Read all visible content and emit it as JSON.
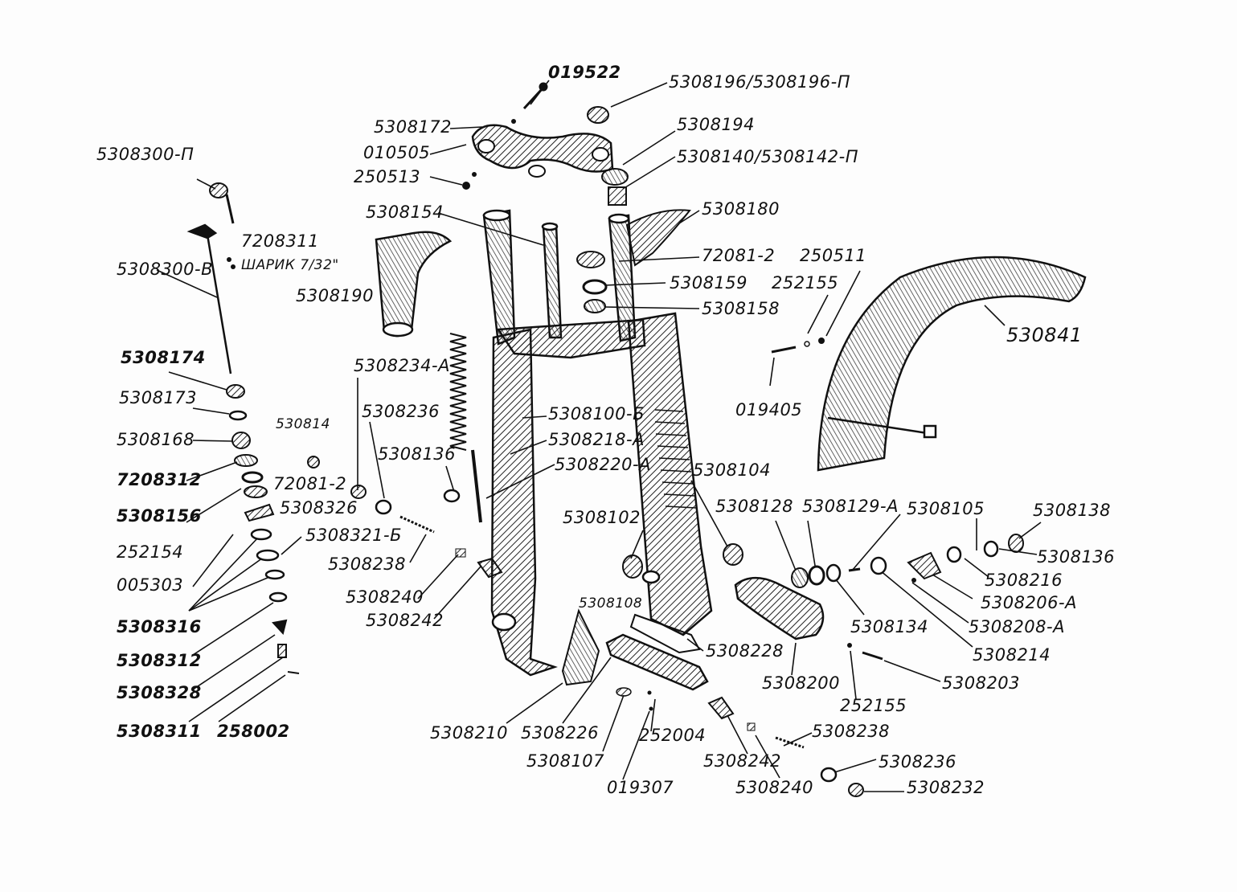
{
  "labels": {
    "l019522": "019522",
    "l5308196": "5308196/5308196-П",
    "l5308172": "5308172",
    "l5308194": "5308194",
    "l010505": "010505",
    "l5308140": "5308140/5308142-П",
    "l250513": "250513",
    "l5308300p": "5308300-П",
    "l5308154": "5308154",
    "l5308180": "5308180",
    "l7208311": "7208311",
    "lball": "ШАРИК 7/32\"",
    "l5308300v": "5308300-В",
    "l5308190": "5308190",
    "l72081_2a": "72081-2",
    "l250511": "250511",
    "l5308159": "5308159",
    "l252155a": "252155",
    "l5308158": "5308158",
    "l530841": "530841",
    "l5308174": "5308174",
    "l5308234a": "5308234-А",
    "l5308173": "5308173",
    "l5308236a": "5308236",
    "l019405": "019405",
    "l5308100b": "5308100-Б",
    "l530814": "530814",
    "l5308168": "5308168",
    "l5308218a": "5308218-А",
    "l5308136a": "5308136",
    "l5308220a": "5308220-А",
    "l7208312": "7208312",
    "l72081_2b": "72081-2",
    "l5308104": "5308104",
    "l5308156": "5308156",
    "l5308326": "5308326",
    "l5308128": "5308128",
    "l5308129a": "5308129-А",
    "l5308105": "5308105",
    "l5308138": "5308138",
    "l5308102": "5308102",
    "l5308321b": "5308321-Б",
    "l252154": "252154",
    "l5308238a": "5308238",
    "l5308136b": "5308136",
    "l005303": "005303",
    "l5308216": "5308216",
    "l5308240a": "5308240",
    "l5308108": "5308108",
    "l5308206a": "5308206-А",
    "l5308316": "5308316",
    "l5308242a": "5308242",
    "l5308134": "5308134",
    "l5308208a": "5308208-А",
    "l5308312": "5308312",
    "l5308228": "5308228",
    "l5308214": "5308214",
    "l5308328": "5308328",
    "l5308200": "5308200",
    "l5308203": "5308203",
    "l252155b": "252155",
    "l5308311": "5308311",
    "l258002": "258002",
    "l5308210": "5308210",
    "l5308226": "5308226",
    "l252004": "252004",
    "l5308238b": "5308238",
    "l5308107": "5308107",
    "l5308242b": "5308242",
    "l5308236b": "5308236",
    "l019307": "019307",
    "l5308240b": "5308240",
    "l5308232": "5308232"
  }
}
